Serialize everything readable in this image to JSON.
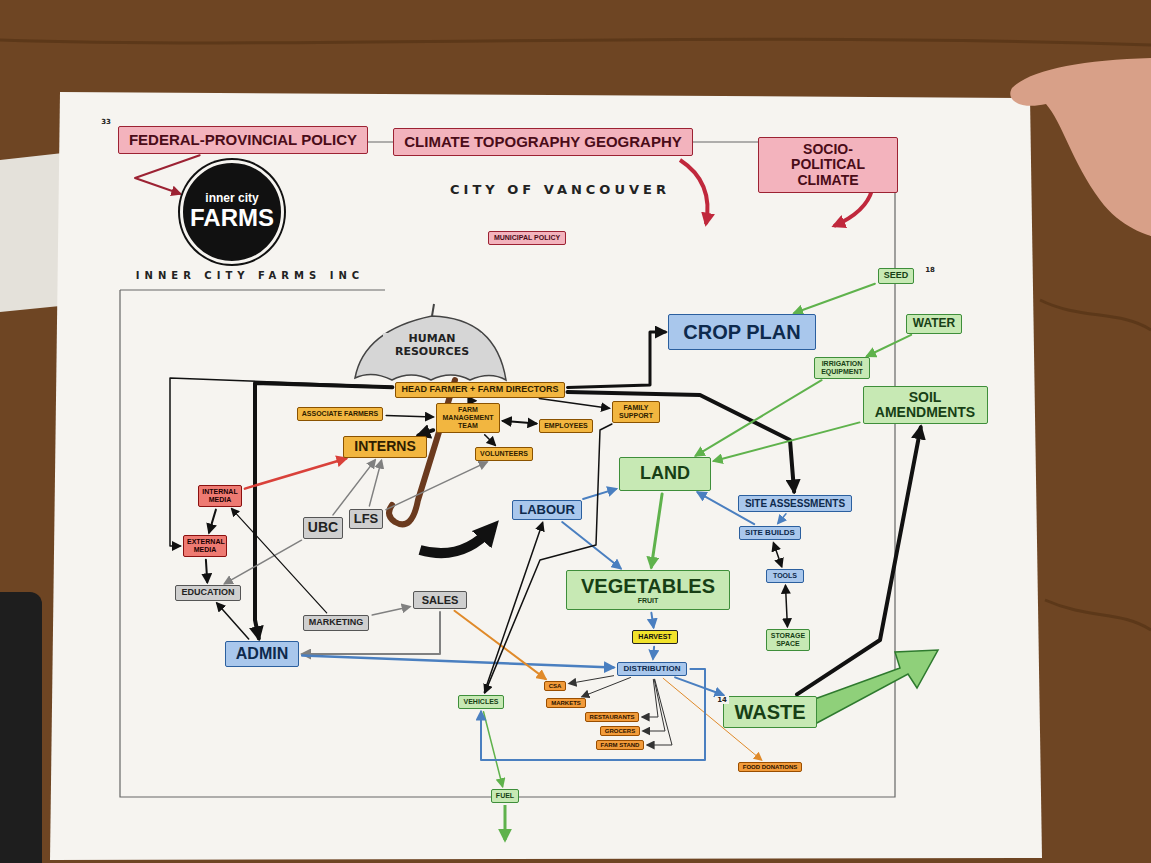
{
  "diagram": {
    "nodes": [
      {
        "text": [
          "FEDERAL-PROVINCIAL POLICY"
        ]
      },
      {
        "text": [
          "CLIMATE TOPOGRAPHY GEOGRAPHY"
        ]
      },
      {
        "text": [
          "SOCIO-POLITICAL CLIMATE"
        ]
      },
      {
        "text": [
          "inner city",
          "FARMS"
        ]
      },
      {
        "text": [
          "MUNICIPAL POLICY"
        ]
      },
      {
        "text": [
          "SEED"
        ]
      },
      {
        "text": [
          "CROP PLAN"
        ]
      },
      {
        "text": [
          "WATER"
        ]
      },
      {
        "text": [
          "IRRIGATION EQUIPMENT"
        ]
      },
      {
        "text": [
          "HEAD FARMER + FARM DIRECTORS"
        ]
      },
      {
        "text": [
          "SOIL AMENDMENTS"
        ]
      },
      {
        "text": [
          "ASSOCIATE FARMERS"
        ]
      },
      {
        "text": [
          "FARM MANAGEMENT TEAM"
        ]
      },
      {
        "text": [
          "FAMILY SUPPORT"
        ]
      },
      {
        "text": [
          "EMPLOYEES"
        ]
      },
      {
        "text": [
          "INTERNS"
        ]
      },
      {
        "text": [
          "VOLUNTEERS"
        ]
      },
      {
        "text": [
          "LAND"
        ]
      },
      {
        "text": [
          "INTERNAL MEDIA"
        ]
      },
      {
        "text": [
          "SITE ASSESSMENTS"
        ]
      },
      {
        "text": [
          "LABOUR"
        ]
      },
      {
        "text": [
          "LFS"
        ]
      },
      {
        "text": [
          "UBC"
        ]
      },
      {
        "text": [
          "SITE BUILDS"
        ]
      },
      {
        "text": [
          "EXTERNAL MEDIA"
        ]
      },
      {
        "text": [
          "TOOLS"
        ]
      },
      {
        "text": [
          "VEGETABLES",
          "FRUIT"
        ]
      },
      {
        "text": [
          "EDUCATION"
        ]
      },
      {
        "text": [
          "SALES"
        ]
      },
      {
        "text": [
          "MARKETING"
        ]
      },
      {
        "text": [
          "HARVEST"
        ]
      },
      {
        "text": [
          "STORAGE SPACE"
        ]
      },
      {
        "text": [
          "ADMIN"
        ]
      },
      {
        "text": [
          "DISTRIBUTION"
        ]
      },
      {
        "text": [
          "CSA"
        ]
      },
      {
        "text": [
          "VEHICLES"
        ]
      },
      {
        "text": [
          "MARKETS"
        ]
      },
      {
        "text": [
          "WASTE"
        ]
      },
      {
        "text": [
          "RESTAURANTS"
        ]
      },
      {
        "text": [
          "GROCERS"
        ]
      },
      {
        "text": [
          "FARM STAND"
        ]
      },
      {
        "text": [
          "FOOD DONATIONS"
        ]
      },
      {
        "text": [
          "FUEL"
        ]
      }
    ],
    "edges": [
      {
        "from": 0,
        "to": 3,
        "arrow": "to"
      },
      {
        "from": 9,
        "to": 6,
        "arrow": "to"
      },
      {
        "from": 9,
        "to": 19,
        "arrow": "to"
      },
      {
        "from": 9,
        "to": 12,
        "arrow": "to"
      },
      {
        "from": 9,
        "to": 13,
        "arrow": "to"
      },
      {
        "from": 9,
        "to": 32,
        "arrow": "to"
      },
      {
        "from": 9,
        "to": 24,
        "arrow": "to"
      },
      {
        "from": 11,
        "to": 12,
        "arrow": "to"
      },
      {
        "from": 12,
        "to": 14,
        "arrow": "both"
      },
      {
        "from": 12,
        "to": 15,
        "arrow": "to"
      },
      {
        "from": 12,
        "to": 16,
        "arrow": "to"
      },
      {
        "from": 18,
        "to": 15,
        "arrow": "to"
      },
      {
        "from": 18,
        "to": 24,
        "arrow": "to"
      },
      {
        "from": 24,
        "to": 27,
        "arrow": "to"
      },
      {
        "from": 22,
        "to": 15,
        "arrow": "to"
      },
      {
        "from": 21,
        "to": 15,
        "arrow": "to"
      },
      {
        "from": 21,
        "to": 16,
        "arrow": "to"
      },
      {
        "from": 22,
        "to": 27,
        "arrow": "to"
      },
      {
        "from": 32,
        "to": 27,
        "arrow": "to"
      },
      {
        "from": 28,
        "to": 32,
        "arrow": "to"
      },
      {
        "from": 29,
        "to": 28,
        "arrow": "to"
      },
      {
        "from": 29,
        "to": 18,
        "arrow": "to"
      },
      {
        "from": 20,
        "to": 17,
        "arrow": "to"
      },
      {
        "from": 20,
        "to": 26,
        "arrow": "to"
      },
      {
        "from": 17,
        "to": 26,
        "arrow": "to"
      },
      {
        "from": 26,
        "to": 30,
        "arrow": "to"
      },
      {
        "from": 30,
        "to": 33,
        "arrow": "to"
      },
      {
        "from": 33,
        "to": 34,
        "arrow": "to"
      },
      {
        "from": 33,
        "to": 36,
        "arrow": "to"
      },
      {
        "from": 33,
        "to": 38,
        "arrow": "to"
      },
      {
        "from": 33,
        "to": 39,
        "arrow": "to"
      },
      {
        "from": 33,
        "to": 40,
        "arrow": "to"
      },
      {
        "from": 33,
        "to": 41,
        "arrow": "to"
      },
      {
        "from": 33,
        "to": 37,
        "arrow": "to"
      },
      {
        "from": 37,
        "to": 10,
        "arrow": "to"
      },
      {
        "from": 5,
        "to": 6,
        "arrow": "to"
      },
      {
        "from": 7,
        "to": 8,
        "arrow": "to"
      },
      {
        "from": 8,
        "to": 17,
        "arrow": "to"
      },
      {
        "from": 10,
        "to": 17,
        "arrow": "to"
      },
      {
        "from": 19,
        "to": 23,
        "arrow": "to"
      },
      {
        "from": 23,
        "to": 17,
        "arrow": "to"
      },
      {
        "from": 23,
        "to": 25,
        "arrow": "both"
      },
      {
        "from": 25,
        "to": 31,
        "arrow": "both"
      },
      {
        "from": 32,
        "to": 33,
        "arrow": "to"
      },
      {
        "from": 28,
        "to": 34,
        "arrow": "to"
      },
      {
        "from": 35,
        "to": 42,
        "arrow": "to"
      },
      {
        "from": 13,
        "to": 35,
        "arrow": "to"
      },
      {
        "from": 33,
        "to": 35,
        "arrow": "to"
      },
      {
        "from": 35,
        "to": 20,
        "arrow": "to"
      }
    ],
    "labels": [
      "CITY OF VANCOUVER",
      "INNER CITY FARMS INC",
      "HUMAN RESOURCES",
      "33",
      "18",
      "14"
    ]
  }
}
